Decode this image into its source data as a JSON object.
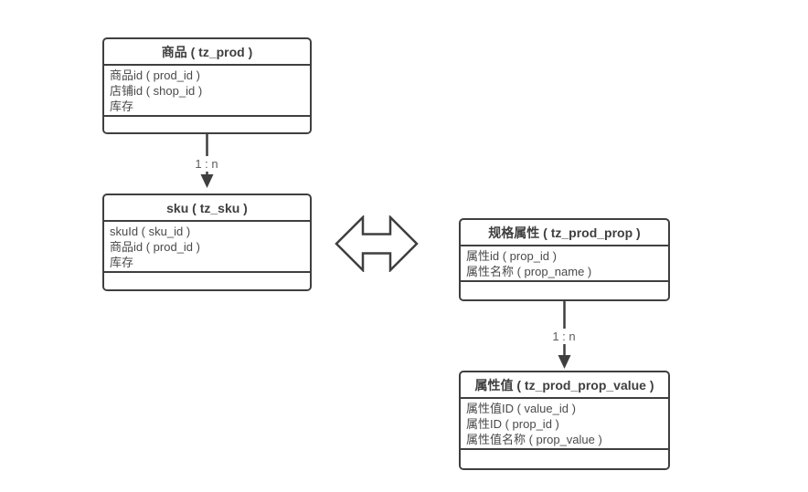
{
  "colors": {
    "background": "#ffffff",
    "line": "#3f3f3f",
    "text": "#4a4a4a",
    "relation_label_text": "#5c5c5c"
  },
  "diagram": {
    "entities": [
      {
        "title": "商品 ( tz_prod )",
        "fields": [
          "商品id ( prod_id )",
          "店铺id ( shop_id )",
          "库存"
        ]
      },
      {
        "title": "sku ( tz_sku )",
        "fields": [
          "skuId ( sku_id )",
          "商品id ( prod_id )",
          "库存"
        ]
      },
      {
        "title": "规格属性 ( tz_prod_prop )",
        "fields": [
          "属性id ( prop_id )",
          "属性名称 ( prop_name )"
        ]
      },
      {
        "title": "属性值 ( tz_prod_prop_value )",
        "fields": [
          "属性值ID ( value_id )",
          "属性ID ( prop_id )",
          "属性值名称 ( prop_value )"
        ]
      }
    ],
    "relations": [
      {
        "label": "1 : n"
      },
      {
        "label": "1 : n"
      }
    ],
    "shapes": [
      {
        "name": "left-right-double-arrow"
      }
    ]
  }
}
